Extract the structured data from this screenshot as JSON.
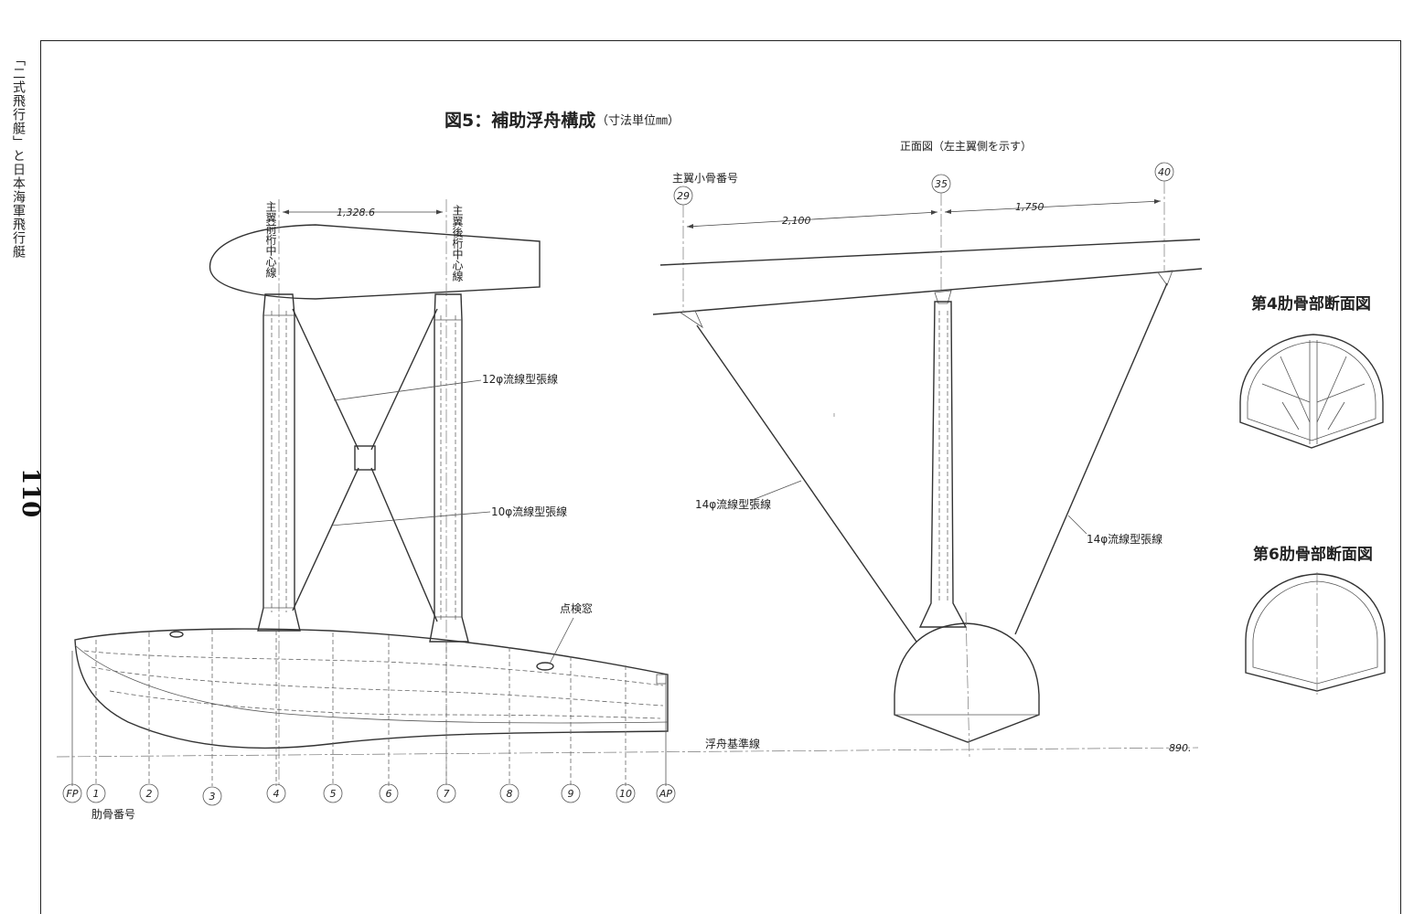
{
  "spine": {
    "text": "「二式飛行艇」と日本海軍飛行艇"
  },
  "page_number": "110",
  "figure": {
    "title": "図5：補助浮舟構成",
    "title_unit": "（寸法単位㎜）"
  },
  "side_view": {
    "front_spar_label": "主翼前桁中心線",
    "rear_spar_label": "主翼後桁中心線",
    "spar_spacing": "1,328.6",
    "wire_12_label": "12φ流線型張線",
    "wire_10_label": "10φ流線型張線",
    "inspection_window_label": "点検窓",
    "rib_number_label": "肋骨番号",
    "stations": [
      "FP",
      "1",
      "2",
      "3",
      "4",
      "5",
      "6",
      "7",
      "8",
      "9",
      "10",
      "AP"
    ]
  },
  "front_view": {
    "title": "正面図（左主翼側を示す）",
    "wing_rib_label": "主翼小骨番号",
    "rib_numbers": [
      "29",
      "35",
      "40"
    ],
    "dim_left": "2,100",
    "dim_right": "1,750",
    "wire_left_label": "14φ流線型張線",
    "wire_right_label": "14φ流線型張線",
    "baseline_label": "浮舟基準線",
    "baseline_value": "890."
  },
  "sections": {
    "rib4_title": "第4肋骨部断面図",
    "rib6_title": "第6肋骨部断面図"
  }
}
